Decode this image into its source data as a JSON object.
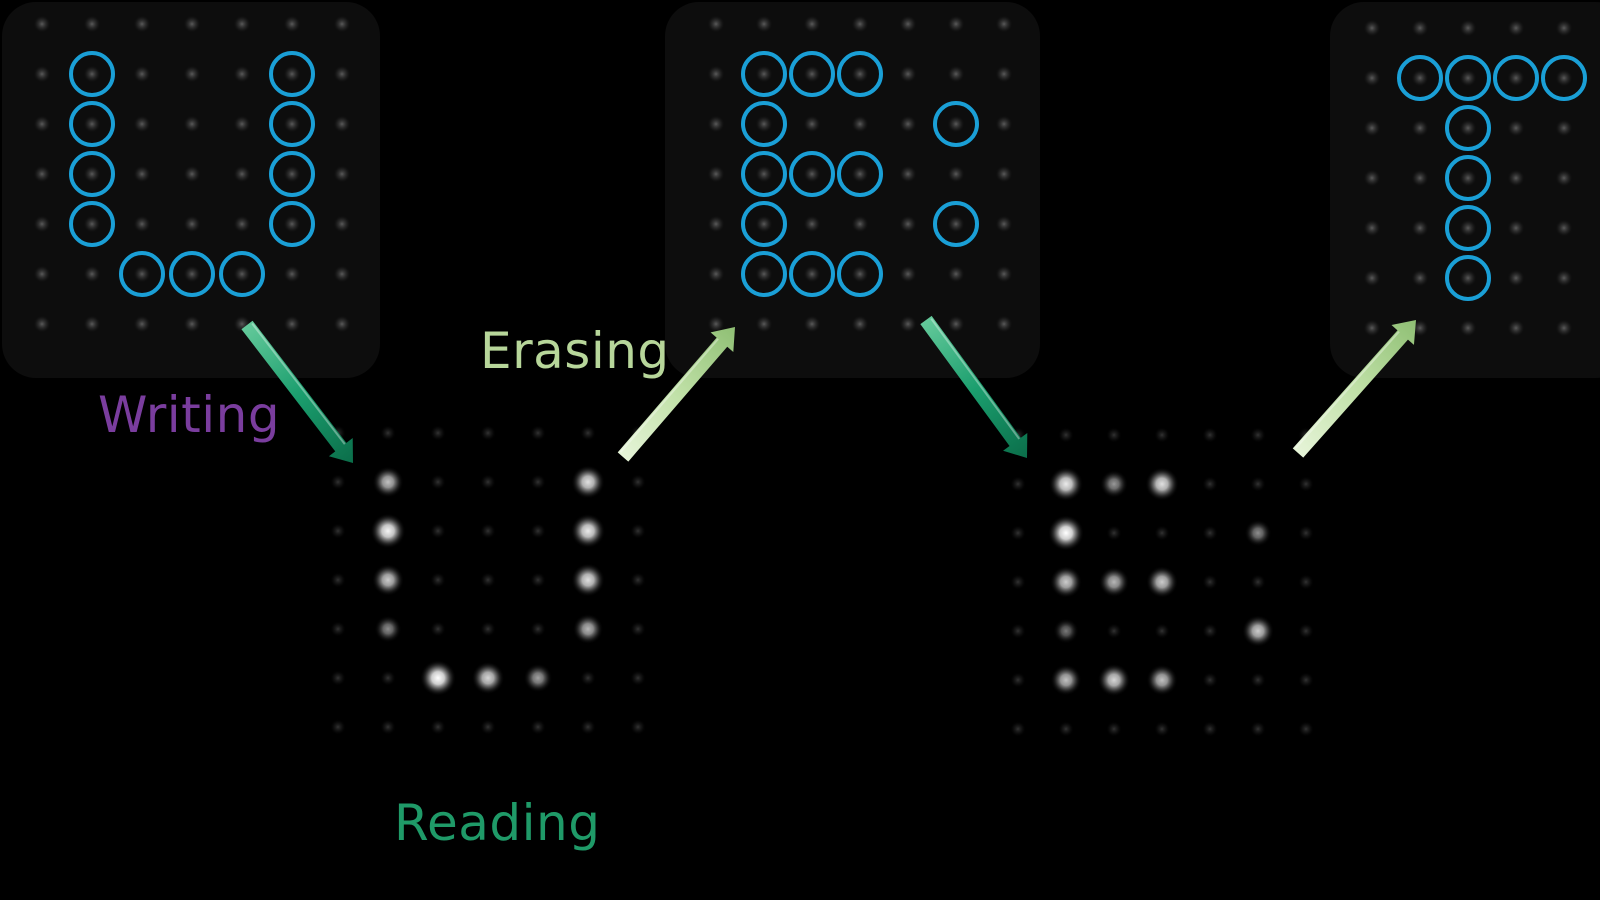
{
  "labels": {
    "writing": "Writing",
    "erasing": "Erasing",
    "reading": "Reading"
  },
  "colors": {
    "background": "#000000",
    "circle": "#1a9fd6",
    "writing": "#7a3d9e",
    "erasing": "#b7d69a",
    "reading": "#1f9a68",
    "arrow_dark": "#1b9e6e",
    "arrow_light": "#bfe0a6",
    "spot": "#ffffff"
  },
  "letters": [
    "U",
    "E",
    "T"
  ],
  "panels": [
    {
      "letter": "U",
      "rows": [
        "1...1",
        "1...1",
        "1...1",
        "1...1",
        ".111."
      ]
    },
    {
      "letter": "E",
      "rows": [
        "111..",
        "1...1",
        "111..",
        "1...1",
        "111.."
      ]
    },
    {
      "letter": "T",
      "rows": [
        "1111",
        ".1..",
        ".1..",
        ".1..",
        ".1.."
      ]
    }
  ],
  "readouts": [
    {
      "letter": "U",
      "rows": [
        "1...1",
        "1...1",
        "1...1",
        "1...1",
        ".111."
      ],
      "brightness": [
        [
          0.7,
          0,
          0,
          0,
          0.85
        ],
        [
          0.95,
          0,
          0,
          0,
          0.9
        ],
        [
          0.75,
          0,
          0,
          0,
          0.85
        ],
        [
          0.45,
          0,
          0,
          0,
          0.65
        ],
        [
          0,
          1,
          0.8,
          0.55,
          0
        ]
      ]
    },
    {
      "letter": "E",
      "rows": [
        "111..",
        "1...1",
        "111..",
        "1...1",
        "111.."
      ],
      "brightness": [
        [
          0.9,
          0.5,
          0.85,
          0,
          0
        ],
        [
          1,
          0,
          0,
          0,
          0.45
        ],
        [
          0.75,
          0.65,
          0.75,
          0,
          0
        ],
        [
          0.35,
          0,
          0,
          0,
          0.75
        ],
        [
          0.7,
          0.8,
          0.7,
          0,
          0
        ]
      ]
    }
  ],
  "arrows": [
    {
      "label": "writing",
      "style": "dark"
    },
    {
      "label": "erasing",
      "style": "light"
    },
    {
      "label": "writing",
      "style": "dark"
    },
    {
      "label": "erasing",
      "style": "light"
    }
  ]
}
